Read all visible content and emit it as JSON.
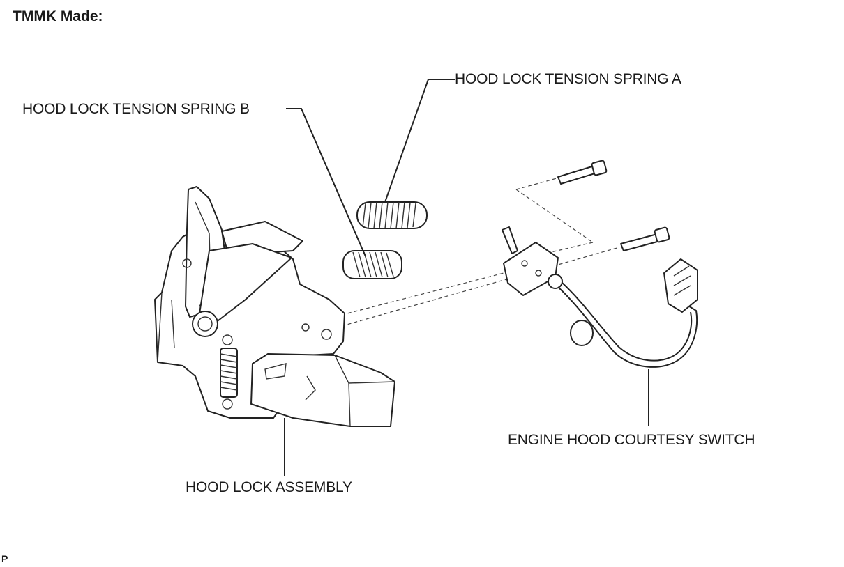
{
  "heading": "TMMK Made:",
  "labels": {
    "spring_a": "HOOD LOCK TENSION SPRING A",
    "spring_b": "HOOD LOCK TENSION SPRING B",
    "courtesy_switch": "ENGINE HOOD COURTESY SWITCH",
    "hood_lock_assembly": "HOOD LOCK ASSEMBLY"
  },
  "footer": "P"
}
